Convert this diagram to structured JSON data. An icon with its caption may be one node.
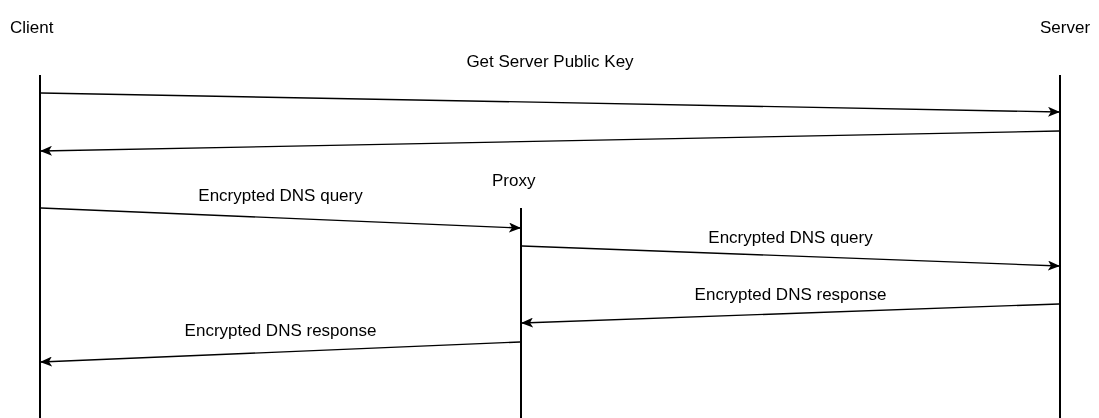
{
  "diagram": {
    "nodes": [
      {
        "text": [
          "Client"
        ]
      },
      {
        "text": [
          "Server"
        ]
      },
      {
        "text": [
          "Proxy"
        ]
      }
    ],
    "edges": [
      {
        "from": 0,
        "to": 1,
        "arrow": "to",
        "label": "Get Server Public Key"
      },
      {
        "from": 1,
        "to": 0,
        "arrow": "to"
      },
      {
        "from": 0,
        "to": 2,
        "arrow": "to",
        "label": "Encrypted DNS query"
      },
      {
        "from": 2,
        "to": 1,
        "arrow": "to",
        "label": "Encrypted DNS query"
      },
      {
        "from": 1,
        "to": 2,
        "arrow": "to",
        "label": "Encrypted DNS response"
      },
      {
        "from": 2,
        "to": 0,
        "arrow": "to",
        "label": "Encrypted DNS response"
      }
    ]
  }
}
